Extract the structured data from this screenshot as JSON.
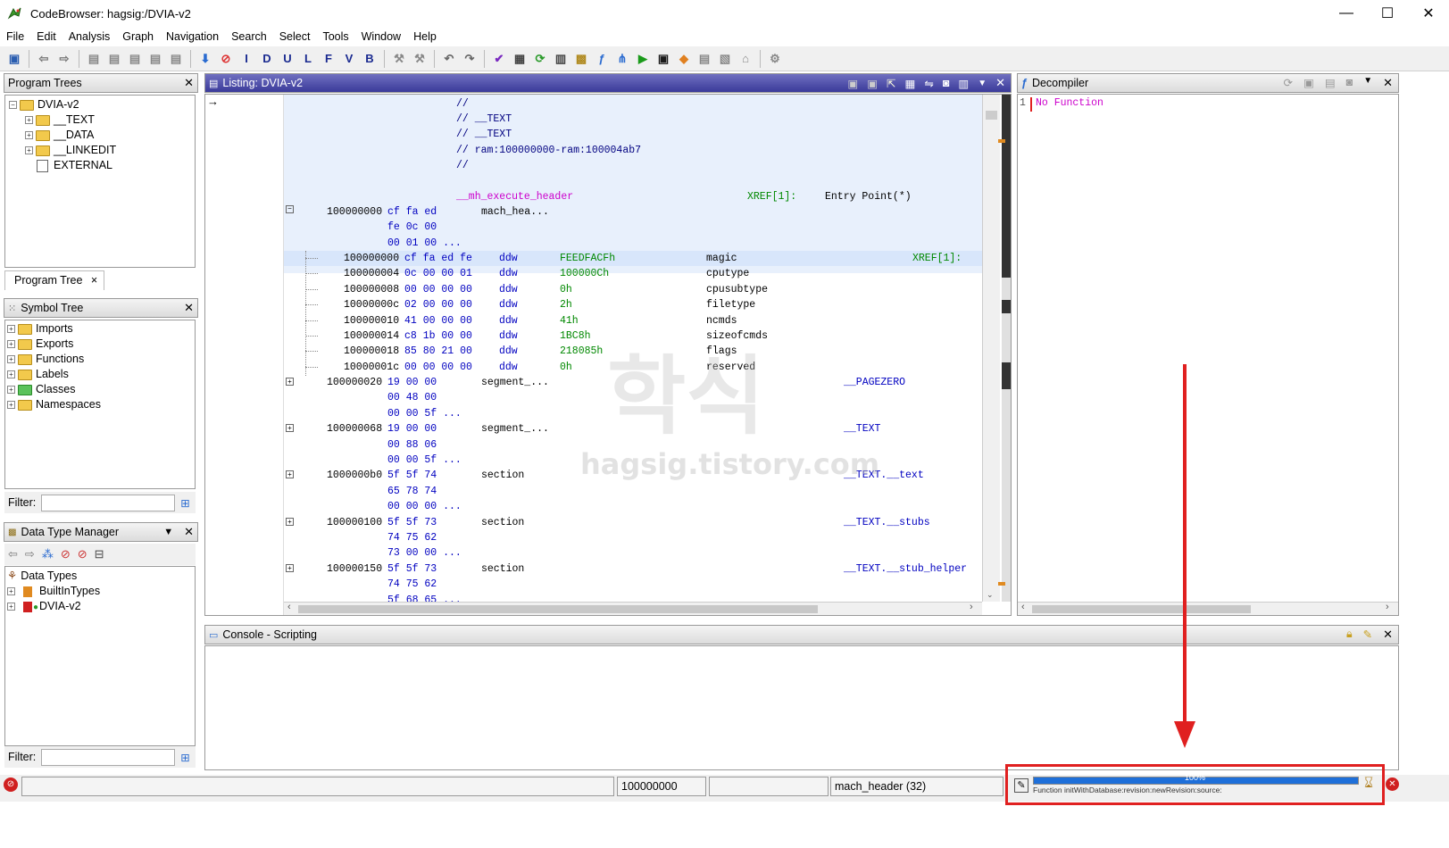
{
  "window": {
    "title": "CodeBrowser: hagsig:/DVIA-v2",
    "minimize": "—",
    "maximize": "☐",
    "close": "✕"
  },
  "menu": [
    "File",
    "Edit",
    "Analysis",
    "Graph",
    "Navigation",
    "Search",
    "Select",
    "Tools",
    "Window",
    "Help"
  ],
  "toolbar": {
    "nav_letters": [
      "I",
      "D",
      "U",
      "L",
      "F",
      "V",
      "B"
    ]
  },
  "program_trees": {
    "title": "Program Trees",
    "root": "DVIA-v2",
    "items": [
      "__TEXT",
      "__DATA",
      "__LINKEDIT",
      "EXTERNAL"
    ],
    "tab": "Program Tree",
    "tab_close": "×"
  },
  "symbol_tree": {
    "title": "Symbol Tree",
    "items": [
      "Imports",
      "Exports",
      "Functions",
      "Labels",
      "Classes",
      "Namespaces"
    ],
    "filter_label": "Filter:"
  },
  "data_type_manager": {
    "title": "Data Type Manager",
    "root": "Data Types",
    "items": [
      "BuiltInTypes",
      "DVIA-v2"
    ],
    "filter_label": "Filter:"
  },
  "listing": {
    "title": "Listing:  DVIA-v2",
    "comments": [
      "//",
      "// __TEXT",
      "// __TEXT",
      "// ram:100000000-ram:100004ab7",
      "//"
    ],
    "label": "__mh_execute_header",
    "label_xref": "XREF[1]:",
    "label_xref_target": "Entry Point(*)",
    "header_line": {
      "addr": "100000000",
      "bytes": "cf fa ed",
      "mnemonic": "mach_hea..."
    },
    "header_cont": [
      "fe 0c 00",
      "00 01 00 ..."
    ],
    "fields": [
      {
        "addr": "100000000",
        "bytes": "cf fa ed fe",
        "type": "ddw",
        "value": "FEEDFACFh",
        "name": "magic",
        "xref": "XREF[1]:"
      },
      {
        "addr": "100000004",
        "bytes": "0c 00 00 01",
        "type": "ddw",
        "value": "100000Ch",
        "name": "cputype",
        "xref": ""
      },
      {
        "addr": "100000008",
        "bytes": "00 00 00 00",
        "type": "ddw",
        "value": "0h",
        "name": "cpusubtype",
        "xref": ""
      },
      {
        "addr": "10000000c",
        "bytes": "02 00 00 00",
        "type": "ddw",
        "value": "2h",
        "name": "filetype",
        "xref": ""
      },
      {
        "addr": "100000010",
        "bytes": "41 00 00 00",
        "type": "ddw",
        "value": "41h",
        "name": "ncmds",
        "xref": ""
      },
      {
        "addr": "100000014",
        "bytes": "c8 1b 00 00",
        "type": "ddw",
        "value": "1BC8h",
        "name": "sizeofcmds",
        "xref": ""
      },
      {
        "addr": "100000018",
        "bytes": "85 80 21 00",
        "type": "ddw",
        "value": "218085h",
        "name": "flags",
        "xref": ""
      },
      {
        "addr": "10000001c",
        "bytes": "00 00 00 00",
        "type": "ddw",
        "value": "0h",
        "name": "reserved",
        "xref": ""
      }
    ],
    "segments": [
      {
        "addr": "100000020",
        "bytes": [
          "19 00 00",
          "00 48 00",
          "00 00 5f ..."
        ],
        "kind": "segment_...",
        "name": "__PAGEZERO"
      },
      {
        "addr": "100000068",
        "bytes": [
          "19 00 00",
          "00 88 06",
          "00 00 5f ..."
        ],
        "kind": "segment_...",
        "name": "__TEXT"
      },
      {
        "addr": "1000000b0",
        "bytes": [
          "5f 5f 74",
          "65 78 74",
          "00 00 00 ..."
        ],
        "kind": "section",
        "name": "__TEXT.__text"
      },
      {
        "addr": "100000100",
        "bytes": [
          "5f 5f 73",
          "74 75 62",
          "73 00 00 ..."
        ],
        "kind": "section",
        "name": "__TEXT.__stubs"
      },
      {
        "addr": "100000150",
        "bytes": [
          "5f 5f 73",
          "74 75 62",
          "5f 68 65 ..."
        ],
        "kind": "section",
        "name": "__TEXT.__stub_helper"
      }
    ]
  },
  "decompiler": {
    "title": "Decompiler",
    "line_no": "1",
    "text": "No Function"
  },
  "console": {
    "title": "Console - Scripting"
  },
  "watermark": {
    "top": "학식",
    "bottom": "hagsig.tistory.com"
  },
  "status": {
    "address": "100000000",
    "field": "mach_header  (32)",
    "progress_percent": 100,
    "progress_label": "100%",
    "task": "Function initWithDatabase:revision:newRevision:source:"
  },
  "colors": {
    "accent_red": "#e02020",
    "progress": "#1e6fd9",
    "active_header": "#3a3a9a"
  }
}
